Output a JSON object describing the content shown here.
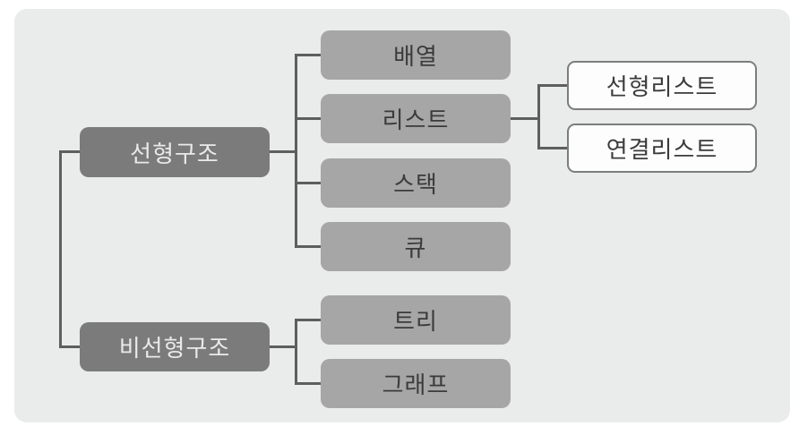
{
  "diagram": {
    "type": "hierarchy-tree",
    "orientation": "left-to-right",
    "nodes": {
      "linear_structure": {
        "label": "선형구조"
      },
      "array": {
        "label": "배열"
      },
      "list": {
        "label": "리스트"
      },
      "stack": {
        "label": "스택"
      },
      "queue": {
        "label": "큐"
      },
      "linear_list": {
        "label": "선형리스트"
      },
      "linked_list": {
        "label": "연결리스트"
      },
      "nonlinear_structure": {
        "label": "비선형구조"
      },
      "tree": {
        "label": "트리"
      },
      "graph": {
        "label": "그래프"
      }
    },
    "hierarchy": [
      {
        "node": "linear_structure",
        "children": [
          {
            "node": "array"
          },
          {
            "node": "list",
            "children": [
              {
                "node": "linear_list"
              },
              {
                "node": "linked_list"
              }
            ]
          },
          {
            "node": "stack"
          },
          {
            "node": "queue"
          }
        ]
      },
      {
        "node": "nonlinear_structure",
        "children": [
          {
            "node": "tree"
          },
          {
            "node": "graph"
          }
        ]
      }
    ],
    "colors": {
      "page_background": "#ffffff",
      "panel_background": "#eaebeb",
      "branch_node_fill": "#7b7b7b",
      "branch_node_text": "#e9eaea",
      "mid_node_fill": "#a6a6a6",
      "mid_node_text": "#3b3b3b",
      "leaf_node_fill": "#fdfdfd",
      "leaf_node_border": "#7d7d7d",
      "leaf_node_text": "#3b3b3b",
      "connector_line": "#5e5e5e"
    }
  }
}
